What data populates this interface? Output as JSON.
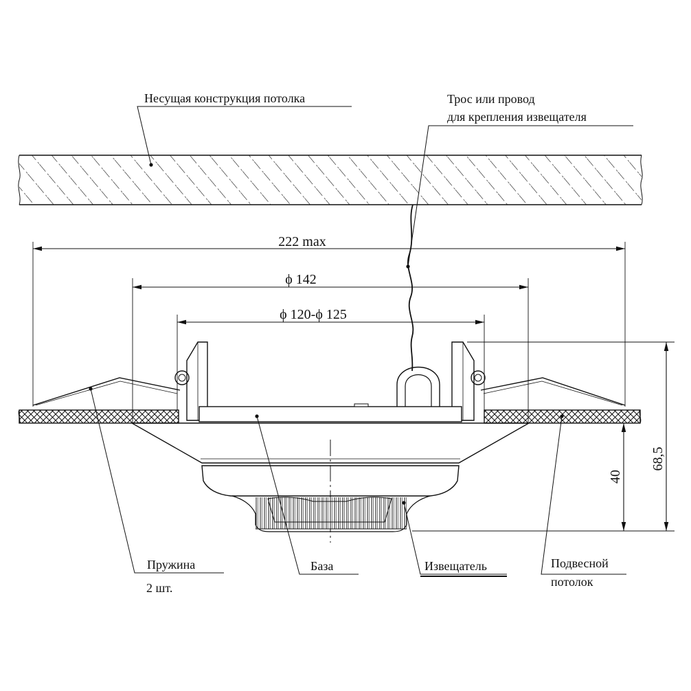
{
  "labels": {
    "structure": "Несущая конструкция потолка",
    "cable_line1": "Трос или провод",
    "cable_line2": "для крепления извещателя",
    "spring": "Пружина",
    "spring_qty": "2  шт.",
    "base": "База",
    "detector": "Извещатель",
    "suspended_line1": "Подвесной",
    "suspended_line2": "потолок"
  },
  "dimensions": {
    "overall_width": "222 max",
    "outer_diameter": "ϕ 142",
    "hole_diameter": "ϕ 120-ϕ 125",
    "height_below": "40",
    "height_total": "68,5"
  },
  "colors": {
    "line": "#111111",
    "background": "#ffffff"
  }
}
